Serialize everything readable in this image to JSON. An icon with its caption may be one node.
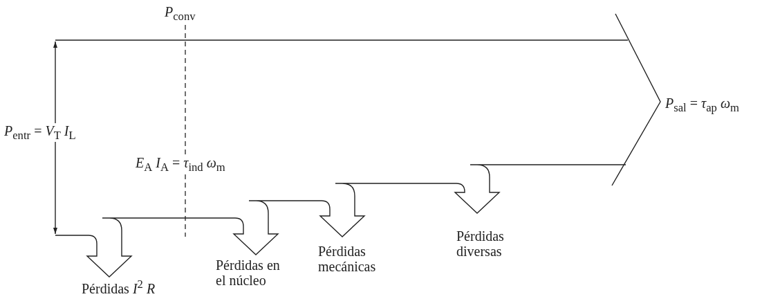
{
  "diagram": {
    "labels": [
      "*P*$_{conv}$",
      "*P*$_{entr}$ = *V*$_{T}$ *I*$_{L}$",
      "*E*$_{A}$ *I*$_{A}$ = *τ*$_{ind}$  *ω*$_{m}$",
      "*P*$_{sal}$ = *τ*$_{ap}$ *ω*$_{m}$",
      "Pérdidas  *I*$^{2}$ *R*",
      "Pérdidas en el núcleo",
      "Pérdidas mecánicas",
      "Pérdidas diversas"
    ]
  }
}
